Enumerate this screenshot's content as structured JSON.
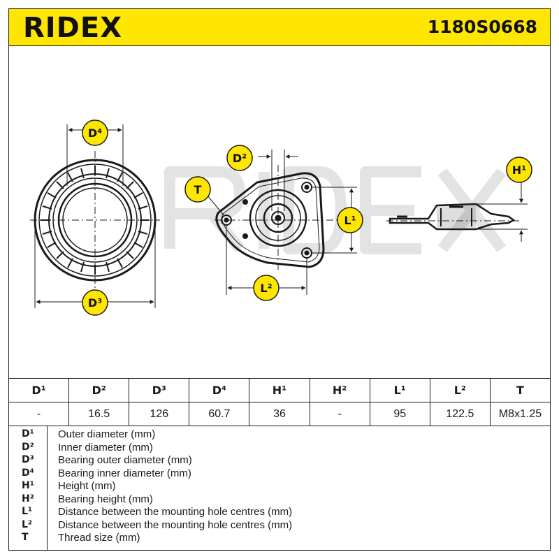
{
  "header": {
    "brand": "RIDEX",
    "part_number": "1180S0668"
  },
  "drawing_labels": {
    "d4": "D⁴",
    "d3": "D³",
    "d2": "D²",
    "t": "T",
    "l1": "L¹",
    "l2": "L²",
    "h1": "H¹"
  },
  "colors": {
    "brand_yellow": "#ffe600",
    "watermark": "#e3e3e3",
    "line": "#1a1a1a"
  },
  "table": {
    "headers": [
      "D¹",
      "D²",
      "D³",
      "D⁴",
      "H¹",
      "H²",
      "L¹",
      "L²",
      "T"
    ],
    "values": [
      "-",
      "16.5",
      "126",
      "60.7",
      "36",
      "-",
      "95",
      "122.5",
      "M8x1.25"
    ]
  },
  "legend": [
    {
      "key": "D¹",
      "desc": "Outer diameter (mm)"
    },
    {
      "key": "D²",
      "desc": "Inner diameter (mm)"
    },
    {
      "key": "D³",
      "desc": "Bearing outer diameter (mm)"
    },
    {
      "key": "D⁴",
      "desc": "Bearing inner diameter (mm)"
    },
    {
      "key": "H¹",
      "desc": "Height (mm)"
    },
    {
      "key": "H²",
      "desc": "Bearing height (mm)"
    },
    {
      "key": "L¹",
      "desc": "Distance between the mounting hole centres (mm)"
    },
    {
      "key": "L²",
      "desc": "Distance between the mounting hole centres (mm)"
    },
    {
      "key": "T",
      "desc": "Thread size (mm)"
    }
  ]
}
